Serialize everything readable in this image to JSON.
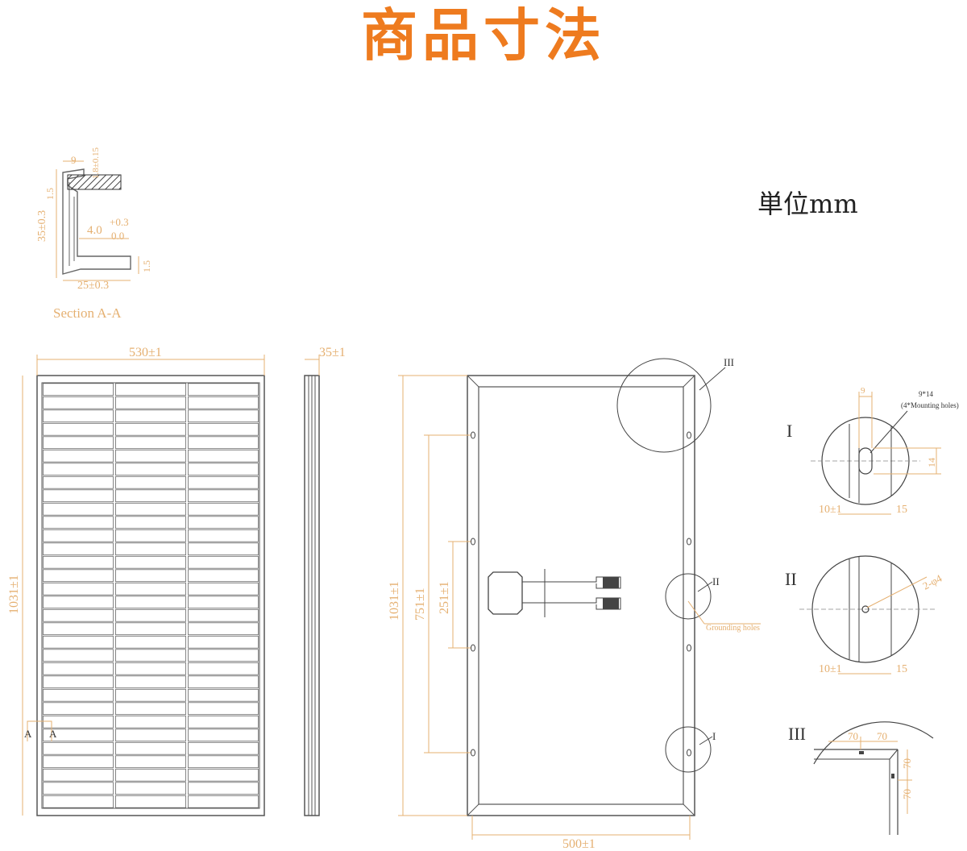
{
  "title": "商品寸法",
  "unit_label": "単位mm",
  "colors": {
    "title": "#ee7b1f",
    "dimension": "#e5b071",
    "line": "#555555"
  },
  "section": {
    "name": "Section A-A",
    "dims": {
      "top": "9",
      "top_right": "1.8±0.15",
      "left_small": "1.5",
      "height": "35±0.3",
      "inner": "4.0",
      "inner_tol_upper": "+0.3",
      "inner_tol_lower": "0.0",
      "foot": "1.5",
      "width": "25±0.3"
    }
  },
  "front": {
    "width": "530±1",
    "height": "1031±1",
    "cut_left": "A",
    "cut_right": "A",
    "cell_columns": 3,
    "cell_rows": 32
  },
  "side": {
    "thickness": "35±1"
  },
  "back": {
    "height": "1031±1",
    "hole_span": "751±1",
    "inner_span": "251±1",
    "width": "500±1",
    "grounding_label": "Grounding holes",
    "detail_refs": [
      "III",
      "II",
      "I"
    ]
  },
  "details": {
    "I": {
      "label": "I",
      "slot_width": "9",
      "slot_note": "9*14",
      "slot_count_note": "(4*Mounting holes)",
      "slot_height": "14",
      "left": "10±1",
      "right": "15"
    },
    "II": {
      "label": "II",
      "hole": "2-φ4",
      "left": "10±1",
      "right": "15"
    },
    "III": {
      "label": "III",
      "h1": "70",
      "h2": "70",
      "v1": "70",
      "v2": "70"
    }
  }
}
